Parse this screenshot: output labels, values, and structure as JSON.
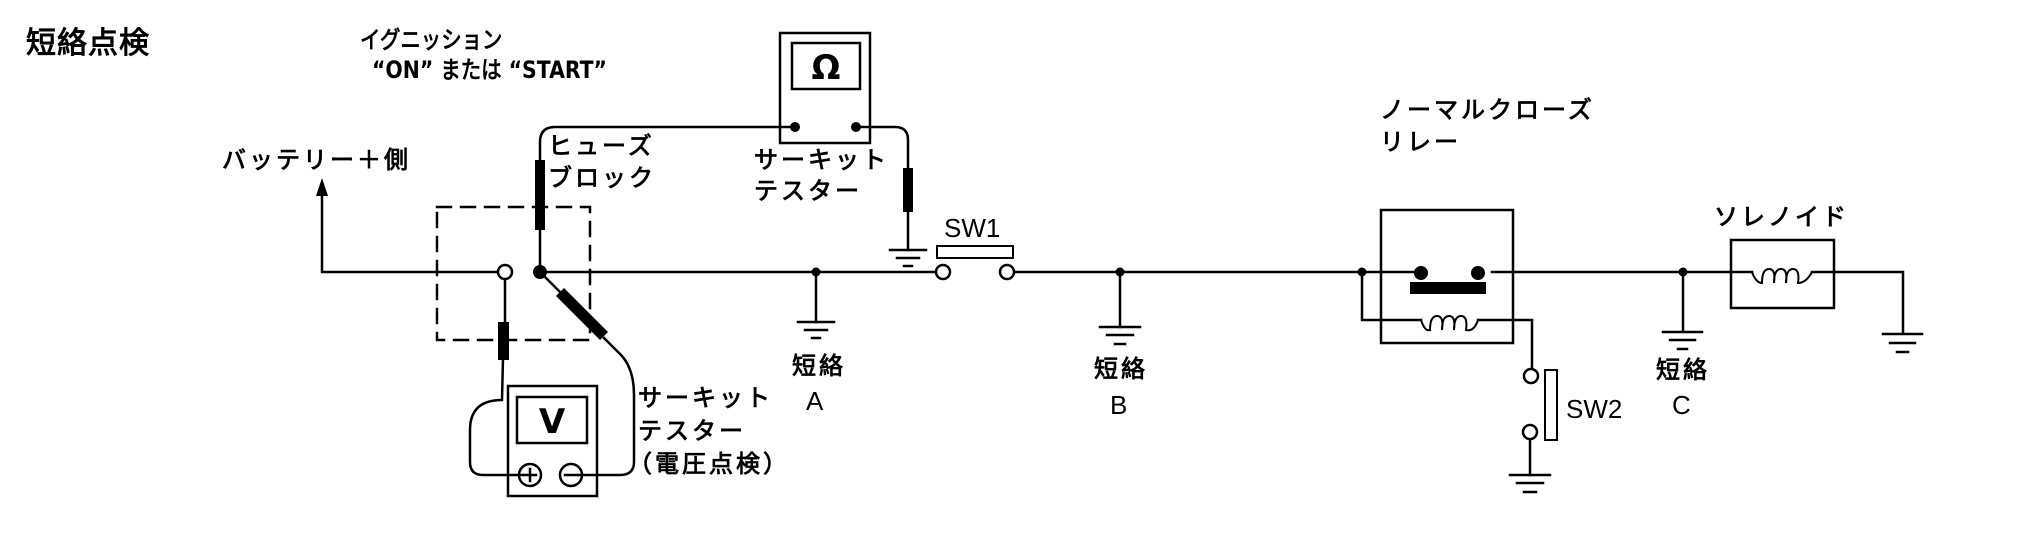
{
  "title": "短絡点検",
  "ignition": {
    "line1": "イグニッション",
    "line2": "“ON” または “START”"
  },
  "battery_label": "バッテリー＋側",
  "fuse_block": {
    "line1": "ヒューズ",
    "line2": "ブロック"
  },
  "ohm_tester": {
    "symbol": "Ω",
    "line1": "サーキット",
    "line2": "テスター"
  },
  "volt_tester": {
    "symbol": "V",
    "plus": "+",
    "minus": "−",
    "line1": "サーキット",
    "line2": "テスター",
    "line3": "（電圧点検）"
  },
  "switches": {
    "sw1": "SW1",
    "sw2": "SW2"
  },
  "relay": {
    "line1": "ノーマルクローズ",
    "line2": "リレー"
  },
  "solenoid": "ソレノイド",
  "shorts": [
    {
      "label": "短絡",
      "letter": "A"
    },
    {
      "label": "短絡",
      "letter": "B"
    },
    {
      "label": "短絡",
      "letter": "C"
    }
  ]
}
